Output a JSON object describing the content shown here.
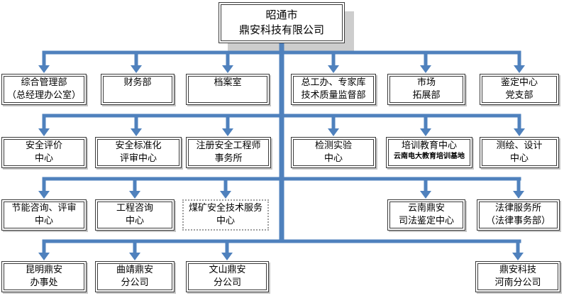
{
  "diagram": {
    "type": "organization-chart",
    "root": {
      "label": "昭通市\n鼎安科技有限公司"
    },
    "level2": [
      {
        "label": "综合管理部\n（总经理办公室）"
      },
      {
        "label": "财务部"
      },
      {
        "label": "档案室"
      },
      {
        "label": "总工办、专家库\n技术质量监督部"
      },
      {
        "label": "市场\n拓展部"
      },
      {
        "label": "鉴定中心\n党支部"
      }
    ],
    "level3": [
      {
        "label": "安全评价\n中心"
      },
      {
        "label": "安全标准化\n评审中心"
      },
      {
        "label": "注册安全工程师\n事务所"
      },
      {
        "label": "检测实验\n中心"
      },
      {
        "label": "培训教育中心",
        "sublabel": "云南电大教育培训基地"
      },
      {
        "label": "测绘、设计\n中心"
      }
    ],
    "level4": [
      {
        "label": "节能咨询、评审\n中心"
      },
      {
        "label": "工程咨询\n中心"
      },
      {
        "label": "煤矿安全技术服务\n中心",
        "border_style": "dotted"
      },
      {
        "label": "云南鼎安\n司法鉴定中心"
      },
      {
        "label": "法律服务所\n（法律事务部）"
      }
    ],
    "level5": [
      {
        "label": "昆明鼎安\n办事处"
      },
      {
        "label": "曲靖鼎安\n分公司"
      },
      {
        "label": "文山鼎安\n分公司"
      },
      {
        "label": "鼎安科技\n河南分公司"
      }
    ],
    "colors": {
      "connector": "#4F81BD",
      "box_border": "#3A3A3A",
      "root_shadow": "#CDCDCD"
    }
  }
}
